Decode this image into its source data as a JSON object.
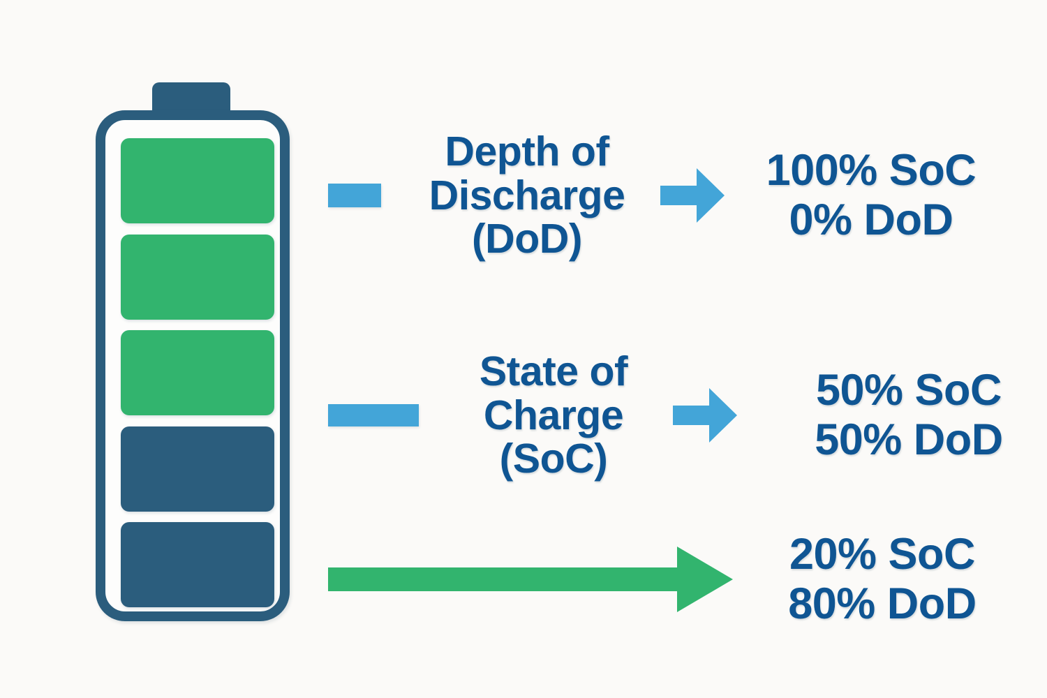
{
  "background_color": "#fbfaf8",
  "colors": {
    "battery_outline": "#2b5d7d",
    "cell_charged": "#32b46e",
    "cell_discharged": "#2b5d7d",
    "accent_blue": "#43a5d8",
    "accent_green": "#32b46e",
    "text_navy": "#0f5593"
  },
  "battery": {
    "name": "battery-illustration",
    "cells": [
      {
        "state": "charged"
      },
      {
        "state": "charged"
      },
      {
        "state": "charged"
      },
      {
        "state": "discharged"
      },
      {
        "state": "discharged"
      }
    ],
    "charged_count": 3,
    "total_cells": 5
  },
  "rows": [
    {
      "marker": "dash",
      "label_lines": [
        "Depth of",
        "Discharge",
        "(DoD)"
      ],
      "arrow": "arrow-right-blue",
      "value_lines": [
        "100% SoC",
        "0% DoD"
      ]
    },
    {
      "marker": "dash",
      "label_lines": [
        "State of",
        "Charge",
        "(SoC)"
      ],
      "arrow": "arrow-right-blue",
      "value_lines": [
        "50% SoC",
        "50% DoD"
      ]
    },
    {
      "marker": "none",
      "label_lines": [],
      "arrow": "arrow-right-green-long",
      "value_lines": [
        "20% SoC",
        "80% DoD"
      ]
    }
  ]
}
